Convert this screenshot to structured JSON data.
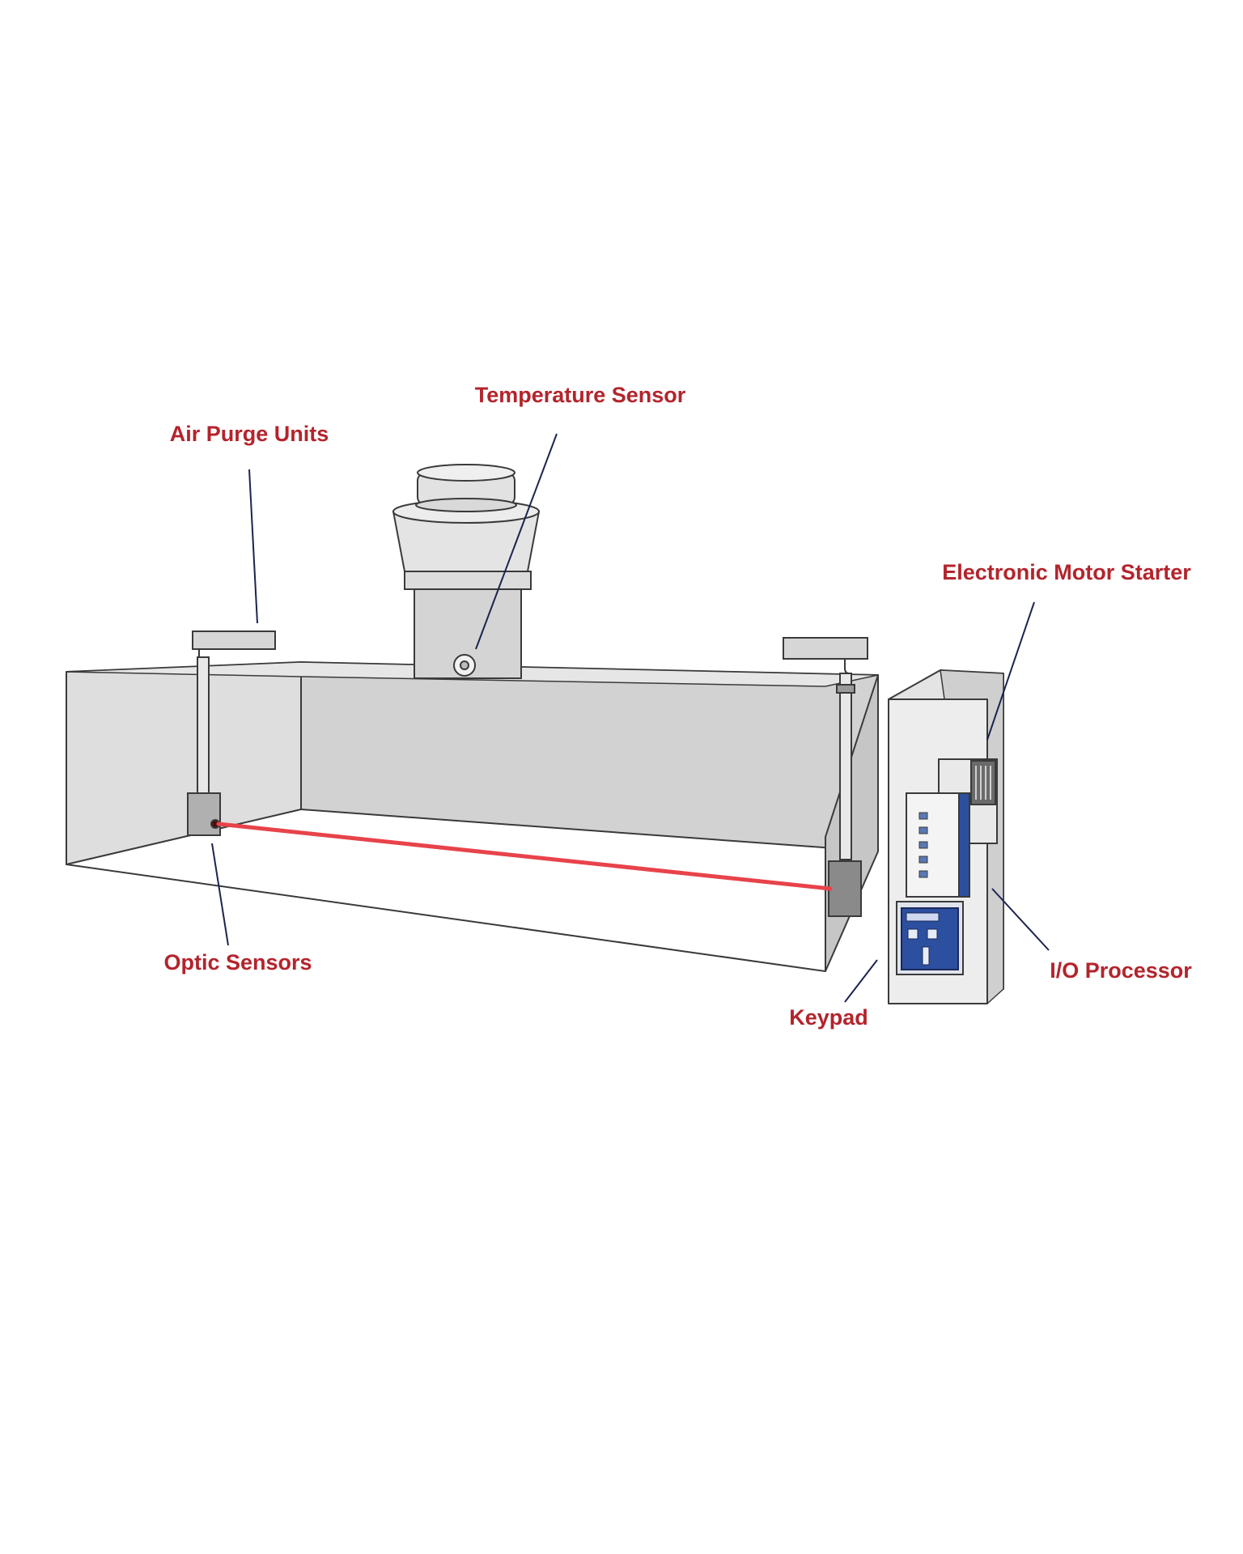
{
  "colors": {
    "label": "#b3242c",
    "leader": "#1c2350",
    "beam": "#e8434a",
    "keypad": "#2c4fa0"
  },
  "labels": {
    "temperature_sensor": "Temperature Sensor",
    "air_purge_units": "Air Purge Units",
    "electronic_motor_starter": "Electronic Motor Starter",
    "optic_sensors": "Optic Sensors",
    "keypad": "Keypad",
    "io_processor": "I/O Processor"
  }
}
